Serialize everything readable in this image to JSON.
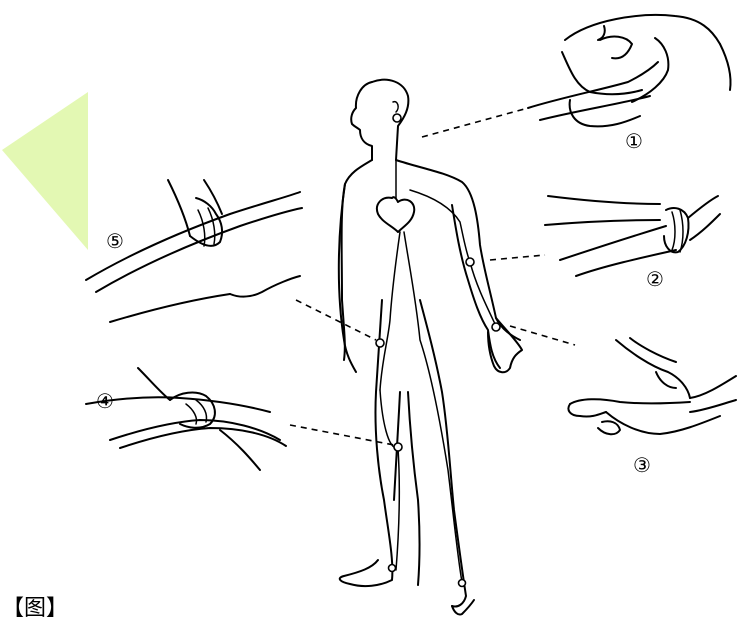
{
  "figure": {
    "labels": [
      {
        "id": "1",
        "text": "①"
      },
      {
        "id": "2",
        "text": "②"
      },
      {
        "id": "3",
        "text": "③"
      },
      {
        "id": "4",
        "text": "④"
      },
      {
        "id": "5",
        "text": "⑤"
      }
    ],
    "caption": "【图】",
    "watermark_color": "#c8f07a"
  }
}
